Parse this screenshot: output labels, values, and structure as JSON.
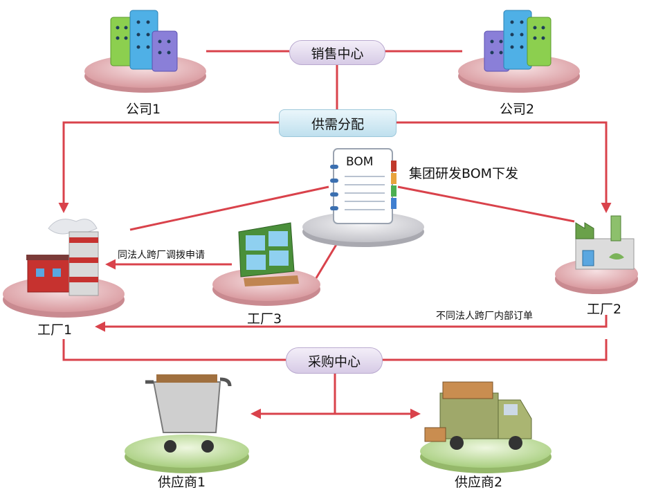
{
  "nodes": {
    "sales_center": "销售中心",
    "supply_demand": "供需分配",
    "purchase_center": "采购中心",
    "company1": "公司1",
    "company2": "公司2",
    "factory1": "工厂1",
    "factory2": "工厂2",
    "factory3": "工厂3",
    "supplier1": "供应商1",
    "supplier2": "供应商2",
    "bom_doc": "BOM",
    "bom_caption": "集团研发BOM下发"
  },
  "edges": {
    "same_entity_transfer": "同法人跨厂调拨申请",
    "diff_entity_order": "不同法人跨厂内部订单"
  },
  "colors": {
    "line": "#d9424b",
    "sales_pill": "#e2d7ee",
    "supply_pill": "#cde8f2",
    "base_pink": "#e9b4b8",
    "base_green": "#c4dea0",
    "base_grey": "#d5d5d8"
  }
}
